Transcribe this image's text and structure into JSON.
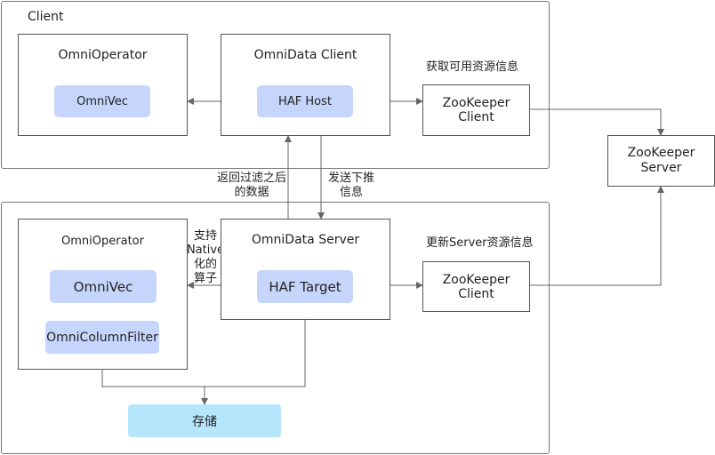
{
  "client": {
    "title": "Client",
    "operator": {
      "title": "OmniOperator",
      "vec": "OmniVec"
    },
    "data_client": {
      "title": "OmniData Client",
      "host": "HAF Host"
    },
    "zk_label": "获取可用资源信息",
    "zk_client": "ZooKeeper Client"
  },
  "zk_server": {
    "line1": "ZooKeeper",
    "line2": "Server"
  },
  "edges": {
    "return_line1": "返回过滤之后",
    "return_line2": "的数据",
    "send_line1": "发送下推",
    "send_line2": "信息",
    "native_line1": "支持",
    "native_line2": "Native",
    "native_line3": "化的",
    "native_line4": "算子"
  },
  "server": {
    "operator": {
      "title": "OmniOperator",
      "vec": "OmniVec",
      "filter": "OmniColumnFilter"
    },
    "data_server": {
      "title": "OmniData Server",
      "target": "HAF Target"
    },
    "zk_label": "更新Server资源信息",
    "zk_client": "ZooKeeper Client",
    "storage": "存储"
  },
  "colors": {
    "pill": "#c5d5fb",
    "storage": "#b5e6fb",
    "line": "#666666"
  }
}
